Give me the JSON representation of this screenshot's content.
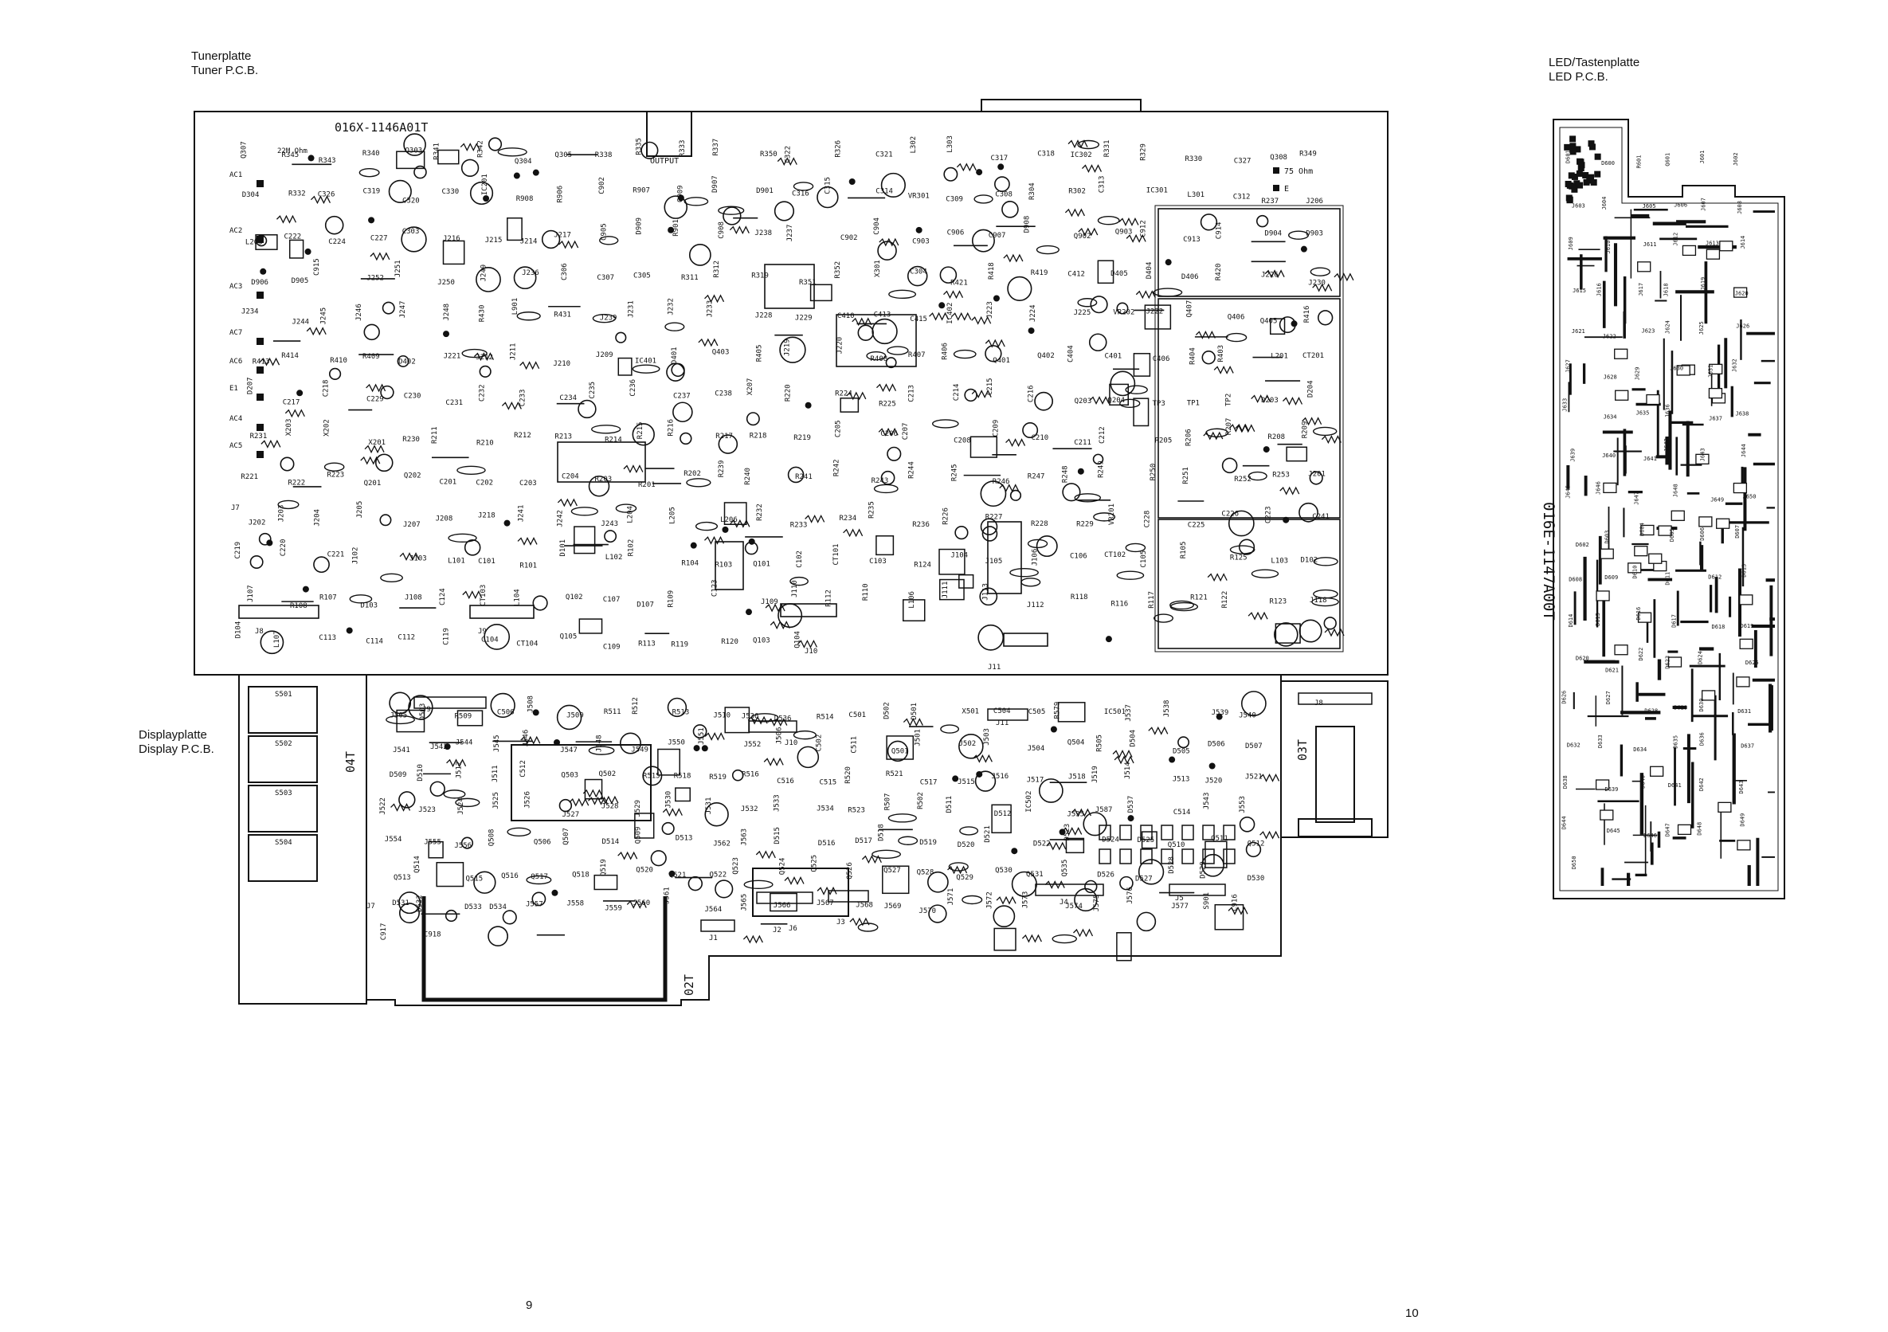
{
  "captions": {
    "tuner": [
      "Tunerplatte",
      "Tuner P.C.B."
    ],
    "display": [
      "Displayplatte",
      "Display P.C.B."
    ],
    "led": [
      "LED/Tastenplatte",
      "LED P.C.B."
    ]
  },
  "page_numbers": {
    "left": "9",
    "right": "10"
  },
  "tuner_board": {
    "part_number": "016X-1146A01T",
    "output_label": "OUTPUT",
    "antenna": {
      "ohm": "75 Ohm",
      "e": "E",
      "resistor": "22M Ohm"
    },
    "terminals": [
      "AC1",
      "AC2",
      "AC3",
      "AC7",
      "AC6",
      "E1",
      "AC4",
      "AC5"
    ],
    "labels": [
      "Q307",
      "R345",
      "R343",
      "R340",
      "Q303",
      "R341",
      "R342",
      "Q304",
      "Q305",
      "R338",
      "R335",
      "R333",
      "R337",
      "R350",
      "C322",
      "R326",
      "C321",
      "L302",
      "L303",
      "C317",
      "C318",
      "IC302",
      "R331",
      "R329",
      "R330",
      "C327",
      "Q308",
      "R349",
      "D304",
      "R332",
      "C326",
      "C319",
      "C320",
      "C330",
      "IC201",
      "R908",
      "R906",
      "C902",
      "R907",
      "C909",
      "D907",
      "D901",
      "C316",
      "C315",
      "C314",
      "VR301",
      "C309",
      "C308",
      "R304",
      "R302",
      "C313",
      "IC301",
      "L301",
      "C312",
      "R237",
      "J206",
      "L203",
      "C222",
      "C224",
      "C227",
      "C303",
      "J216",
      "J215",
      "J214",
      "J217",
      "C905",
      "D909",
      "R901",
      "C908",
      "J238",
      "J237",
      "C902",
      "C904",
      "C903",
      "C906",
      "C907",
      "D908",
      "Q902",
      "Q903",
      "C912",
      "C913",
      "C914",
      "D904",
      "D903",
      "D906",
      "D905",
      "C915",
      "J252",
      "J251",
      "J250",
      "J249",
      "J236",
      "C306",
      "C307",
      "C305",
      "R311",
      "R312",
      "R319",
      "R351",
      "R352",
      "X301",
      "C304",
      "R421",
      "R418",
      "R419",
      "C412",
      "D405",
      "D404",
      "D406",
      "R420",
      "J226",
      "J230",
      "J234",
      "J244",
      "J245",
      "J246",
      "J247",
      "J248",
      "R430",
      "L901",
      "R431",
      "J239",
      "J231",
      "J232",
      "J233",
      "J228",
      "J229",
      "C410",
      "C413",
      "C415",
      "IC402",
      "J223",
      "J224",
      "J225",
      "VR202",
      "J222",
      "Q407",
      "Q406",
      "Q405",
      "R416",
      "R413",
      "R414",
      "R410",
      "R409",
      "D402",
      "J221",
      "J212",
      "J211",
      "J210",
      "J209",
      "IC401",
      "D401",
      "Q403",
      "R405",
      "J219",
      "J220",
      "R408",
      "R407",
      "R406",
      "Q401",
      "Q402",
      "C404",
      "C401",
      "C406",
      "R404",
      "R403",
      "L201",
      "CT201",
      "D207",
      "C217",
      "C218",
      "C229",
      "C230",
      "C231",
      "C232",
      "C233",
      "C234",
      "C235",
      "C236",
      "C237",
      "C238",
      "X207",
      "R220",
      "R224",
      "R225",
      "C213",
      "C214",
      "C215",
      "C216",
      "Q203",
      "Q204",
      "TP3",
      "TP1",
      "TP2",
      "D203",
      "D204",
      "R231",
      "X203",
      "X202",
      "X201",
      "R230",
      "R211",
      "R210",
      "R212",
      "R213",
      "R214",
      "R215",
      "R216",
      "R217",
      "R218",
      "R219",
      "C205",
      "C206",
      "C207",
      "C208",
      "C209",
      "C210",
      "C211",
      "C212",
      "R205",
      "R206",
      "R207",
      "R208",
      "R209",
      "R221",
      "R222",
      "R223",
      "Q201",
      "Q202",
      "C201",
      "C202",
      "C203",
      "C204",
      "R203",
      "R201",
      "R202",
      "R239",
      "R240",
      "R241",
      "R242",
      "R243",
      "R244",
      "R245",
      "R246",
      "R247",
      "R248",
      "R249",
      "R250",
      "R251",
      "R252",
      "R253",
      "J201",
      "J202",
      "J203",
      "J204",
      "J205",
      "J207",
      "J208",
      "J218",
      "J241",
      "J242",
      "J243",
      "L204",
      "L205",
      "L206",
      "R232",
      "R233",
      "R234",
      "R235",
      "R236",
      "R226",
      "R227",
      "R228",
      "R229",
      "VR201",
      "C228",
      "C225",
      "C226",
      "C223",
      "C241",
      "C219",
      "C220",
      "C221",
      "J102",
      "J103",
      "L101",
      "C101",
      "R101",
      "D101",
      "L102",
      "R102",
      "R104",
      "R103",
      "Q101",
      "C102",
      "CT101",
      "C103",
      "R124",
      "J104",
      "J105",
      "J106",
      "C106",
      "CT102",
      "C105",
      "R105",
      "R125",
      "L103",
      "D102",
      "J107",
      "R108",
      "R107",
      "D103",
      "J108",
      "C124",
      "CT103",
      "L104",
      "Q102",
      "C107",
      "D107",
      "R109",
      "C123",
      "J109",
      "J110",
      "R112",
      "R110",
      "L106",
      "J111",
      "J113",
      "J112",
      "R118",
      "R116",
      "R117",
      "R121",
      "R122",
      "R123",
      "J118",
      "D104",
      "L107",
      "C113",
      "C114",
      "C112",
      "C119",
      "C104",
      "CT104",
      "Q105",
      "C109",
      "R113",
      "R119",
      "R120",
      "Q103",
      "Q104"
    ],
    "connectors": [
      "J7",
      "J8",
      "J9",
      "J10",
      "J11"
    ]
  },
  "display_board": {
    "part_number": "02T",
    "side_label": "04T",
    "switches": [
      "S501",
      "S502",
      "S503",
      "S504"
    ],
    "labels": [
      "J505",
      "D503",
      "R509",
      "C506",
      "J508",
      "J509",
      "R511",
      "R512",
      "R513",
      "J510",
      "J536",
      "D536",
      "R514",
      "C501",
      "D502",
      "D501",
      "X501",
      "C504",
      "C505",
      "R579",
      "IC501",
      "J537",
      "J538",
      "J539",
      "J540",
      "J541",
      "J542",
      "J544",
      "J545",
      "J546",
      "J547",
      "J548",
      "J549",
      "J550",
      "J551",
      "J552",
      "J506",
      "C502",
      "C511",
      "Q501",
      "J501",
      "J502",
      "J503",
      "J504",
      "Q504",
      "R505",
      "D504",
      "D505",
      "D506",
      "D507",
      "D509",
      "D510",
      "J512",
      "J511",
      "C512",
      "Q503",
      "Q502",
      "R515",
      "R518",
      "R519",
      "R516",
      "C516",
      "C515",
      "R520",
      "R521",
      "C517",
      "J515",
      "J516",
      "J517",
      "J518",
      "J519",
      "J514",
      "J513",
      "J520",
      "J521",
      "J522",
      "J523",
      "J524",
      "J525",
      "J526",
      "J527",
      "J528",
      "J529",
      "J530",
      "J531",
      "J532",
      "J533",
      "J534",
      "R523",
      "R507",
      "R502",
      "D511",
      "D512",
      "IC502",
      "J535",
      "J587",
      "D537",
      "C514",
      "J543",
      "J553",
      "J554",
      "J555",
      "J556",
      "Q508",
      "Q506",
      "Q507",
      "D514",
      "Q509",
      "D513",
      "J562",
      "J563",
      "D515",
      "D516",
      "D517",
      "D518",
      "D519",
      "D520",
      "D521",
      "D522",
      "D523",
      "D524",
      "D525",
      "Q510",
      "Q511",
      "Q512",
      "Q513",
      "Q514",
      "Q515",
      "Q516",
      "Q517",
      "Q518",
      "Q519",
      "Q520",
      "Q521",
      "Q522",
      "Q523",
      "Q524",
      "Q525",
      "Q526",
      "Q527",
      "Q528",
      "Q529",
      "Q530",
      "Q531",
      "Q535",
      "D526",
      "D527",
      "D528",
      "D529",
      "D530",
      "D531",
      "D532",
      "D533",
      "D534",
      "J557",
      "J558",
      "J559",
      "J560",
      "J561",
      "J564",
      "J565",
      "J566",
      "J567",
      "J568",
      "J569",
      "J570",
      "J571",
      "J572",
      "J573",
      "J574",
      "J575",
      "J576",
      "J577",
      "S901",
      "C916",
      "C917",
      "C918"
    ],
    "connectors": [
      "J1",
      "J2",
      "J3",
      "J4",
      "J5",
      "J6",
      "J7",
      "J8",
      "J9",
      "J10",
      "J11"
    ],
    "right_part_number": "03T"
  },
  "led_board": {
    "part_number": "016E-1147A00T",
    "labels": [
      "D601",
      "D600",
      "R601",
      "Q601",
      "J601",
      "J602",
      "J603",
      "J604",
      "J605",
      "J606",
      "J607",
      "J608",
      "J609",
      "J610",
      "J611",
      "J612",
      "J613",
      "J614",
      "J615",
      "J616",
      "J617",
      "J618",
      "J619",
      "J620",
      "J621",
      "J622",
      "J623",
      "J624",
      "J625",
      "J626",
      "J627",
      "J628",
      "J629",
      "J630",
      "J631",
      "J632",
      "J633",
      "J634",
      "J635",
      "J636",
      "J637",
      "J638",
      "J639",
      "J640",
      "J641",
      "J642",
      "J643",
      "J644",
      "J645",
      "J646",
      "J647",
      "J648",
      "J649",
      "J650",
      "D602",
      "D603",
      "D604",
      "D605",
      "D606",
      "D607",
      "D608",
      "D609",
      "D610",
      "D611",
      "D612",
      "D613",
      "D614",
      "D615",
      "D616",
      "D617",
      "D618",
      "D619",
      "D620",
      "D621",
      "D622",
      "D623",
      "D624",
      "D625",
      "D626",
      "D627",
      "D628",
      "D629",
      "D630",
      "D631",
      "D632",
      "D633",
      "D634",
      "D635",
      "D636",
      "D637",
      "D638",
      "D639",
      "D640",
      "D641",
      "D642",
      "D643",
      "D644",
      "D645",
      "D646",
      "D647",
      "D648",
      "D649",
      "D650"
    ]
  }
}
